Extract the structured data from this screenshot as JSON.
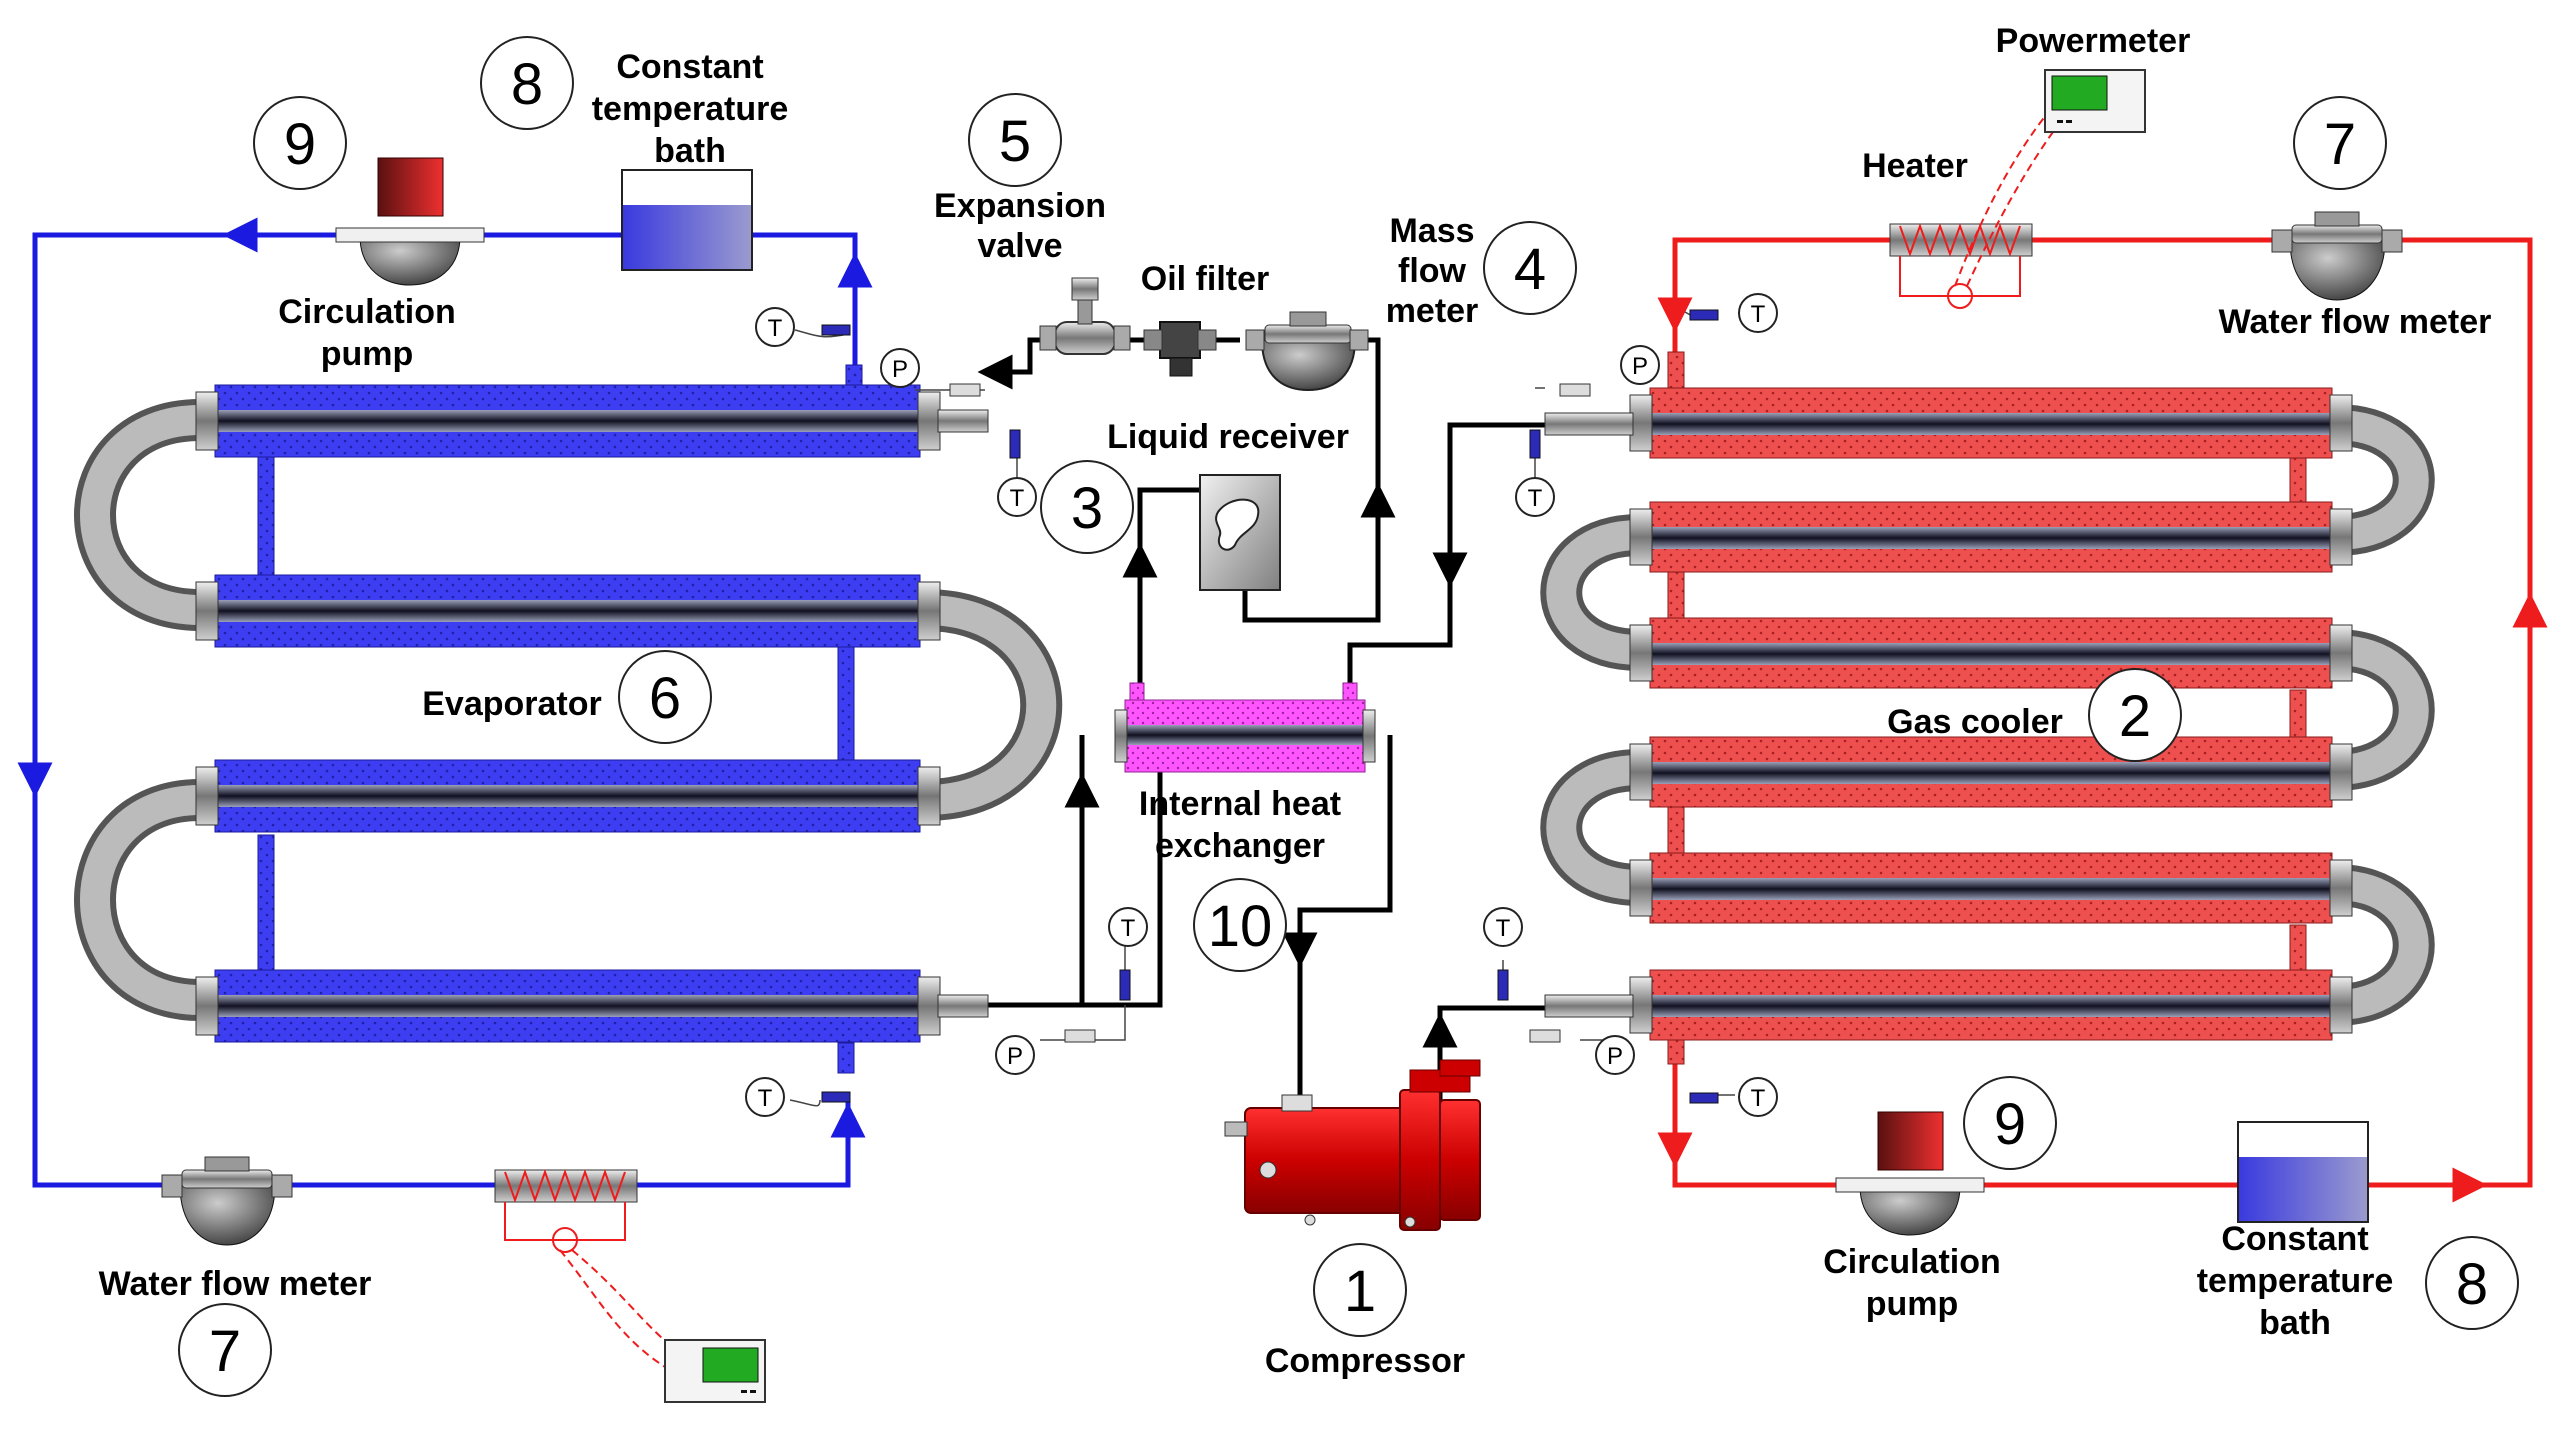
{
  "labels": {
    "compressor": "Compressor",
    "gas_cooler": "Gas cooler",
    "expansion_valve_1": "Expansion",
    "expansion_valve_2": "valve",
    "oil_filter": "Oil filter",
    "mass_flow_1": "Mass",
    "mass_flow_2": "flow",
    "mass_flow_3": "meter",
    "liquid_receiver": "Liquid receiver",
    "evaporator": "Evaporator",
    "ihx_1": "Internal heat",
    "ihx_2": "exchanger",
    "circ_pump_1": "Circulation",
    "circ_pump_2": "pump",
    "ctb_1": "Constant",
    "ctb_2": "temperature",
    "ctb_3": "bath",
    "water_flow_meter": "Water flow meter",
    "heater": "Heater",
    "powermeter": "Powermeter"
  },
  "numbers": {
    "n1": "1",
    "n2": "2",
    "n3": "3",
    "n4": "4",
    "n5": "5",
    "n6": "6",
    "n7": "7",
    "n8": "8",
    "n9": "9",
    "n10": "10"
  },
  "sensors": {
    "temperature": "T",
    "pressure": "P"
  },
  "colors": {
    "cold_loop": "#1a1ae0",
    "hot_loop": "#ee1c1c",
    "refrigerant_line": "#000000",
    "evaporator_shell": "#3b3bf0",
    "gas_cooler_shell": "#ee4444",
    "ihx_shell": "#ff44ff",
    "compressor": "#dd0000"
  }
}
